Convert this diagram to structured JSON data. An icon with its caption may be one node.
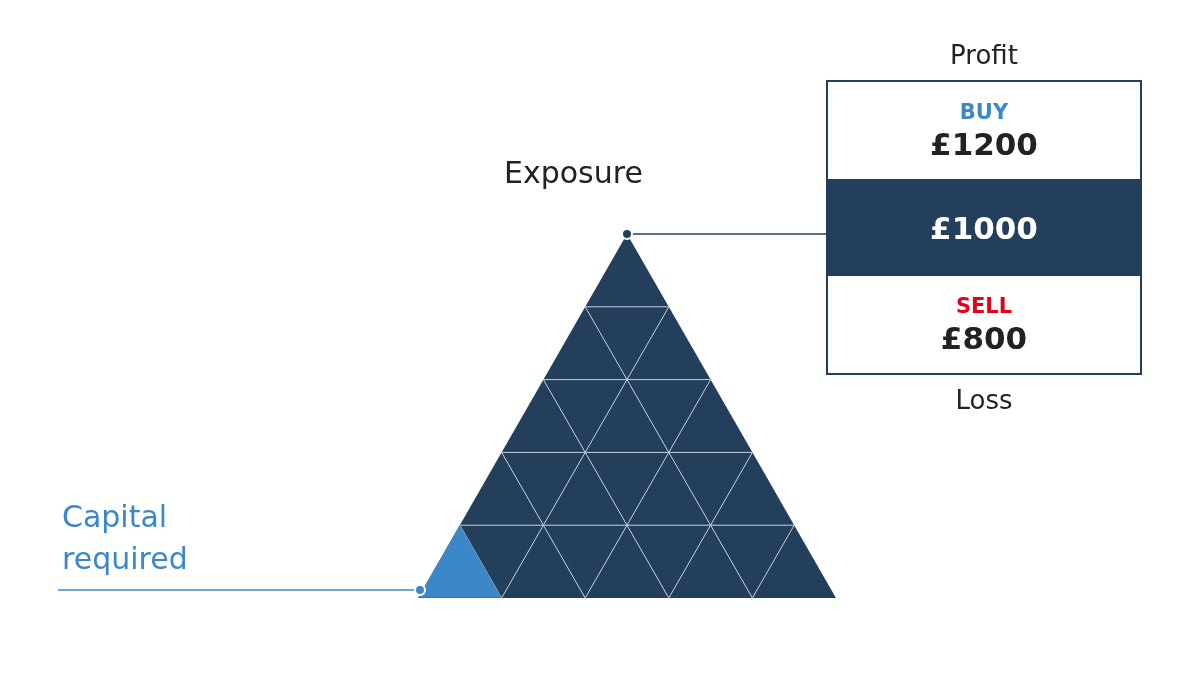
{
  "diagram": {
    "nodes": [
      {
        "text": [
          "Profit"
        ],
        "beside": [
          "Loss"
        ]
      },
      {
        "text": [
          "BUY",
          "£1200"
        ],
        "in": 0
      },
      {
        "text": [
          "£1000"
        ],
        "in": 0
      },
      {
        "text": [
          "SELL",
          "£800"
        ],
        "in": 0
      },
      {
        "text": [
          "Exposure"
        ]
      },
      {
        "text": [],
        "shape": "triangle"
      },
      {
        "text": [],
        "shape": "triangle",
        "in": 5
      },
      {
        "text": [
          "Capital required"
        ]
      }
    ],
    "edges": [
      {
        "from": 4,
        "to": 2,
        "arrow": "other"
      },
      {
        "from": 7,
        "to": 6,
        "arrow": "other",
        "color": "#3c87c8"
      }
    ]
  }
}
